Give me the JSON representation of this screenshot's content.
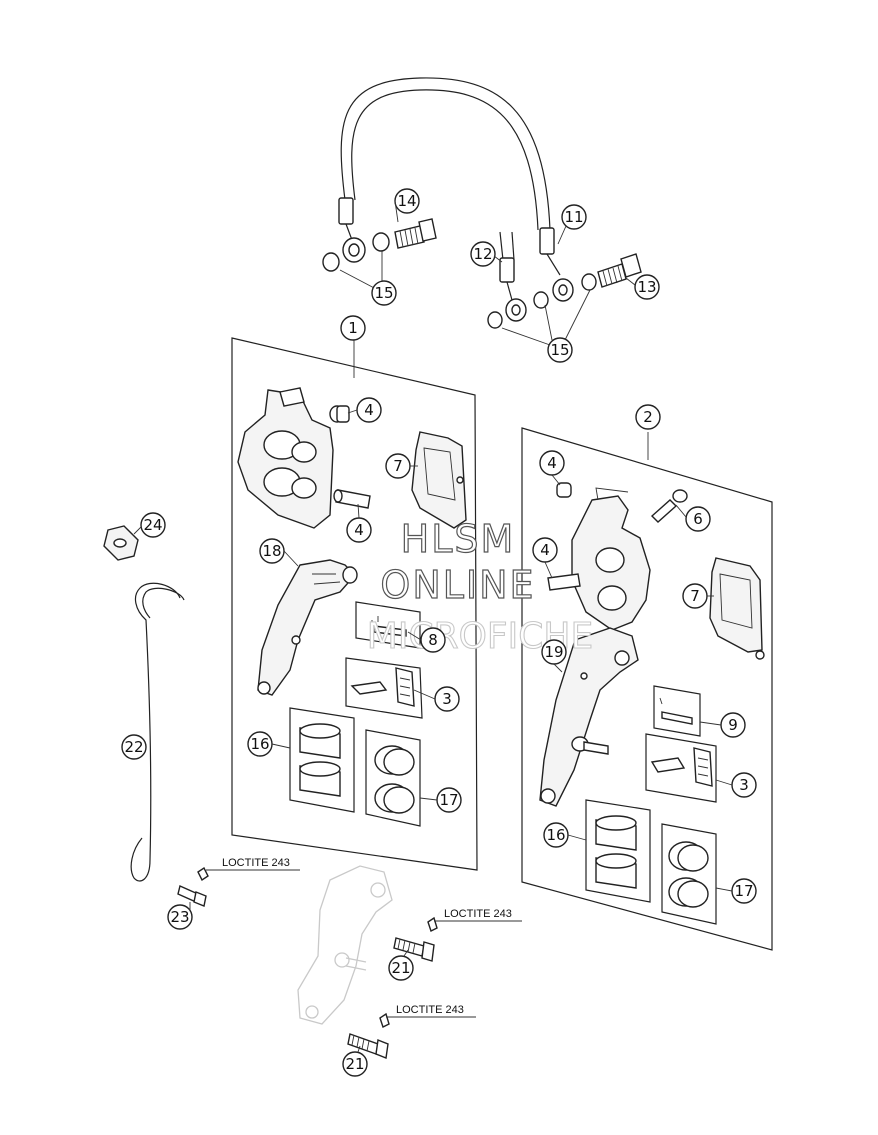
{
  "watermark": {
    "line1": "HLSM",
    "line2": "ONLINE",
    "line3": "MICROFICHE"
  },
  "loctite": {
    "label": "LOCTITE 243"
  },
  "callouts": {
    "c1": "1",
    "c2": "2",
    "c3a": "3",
    "c3b": "3",
    "c4a": "4",
    "c4b": "4",
    "c4c": "4",
    "c4d": "4",
    "c6": "6",
    "c7a": "7",
    "c7b": "7",
    "c8": "8",
    "c9": "9",
    "c11": "11",
    "c12": "12",
    "c13": "13",
    "c14": "14",
    "c15a": "15",
    "c15b": "15",
    "c16a": "16",
    "c16b": "16",
    "c17a": "17",
    "c17b": "17",
    "c18": "18",
    "c19": "19",
    "c21a": "21",
    "c21b": "21",
    "c22": "22",
    "c23": "23",
    "c24": "24"
  }
}
